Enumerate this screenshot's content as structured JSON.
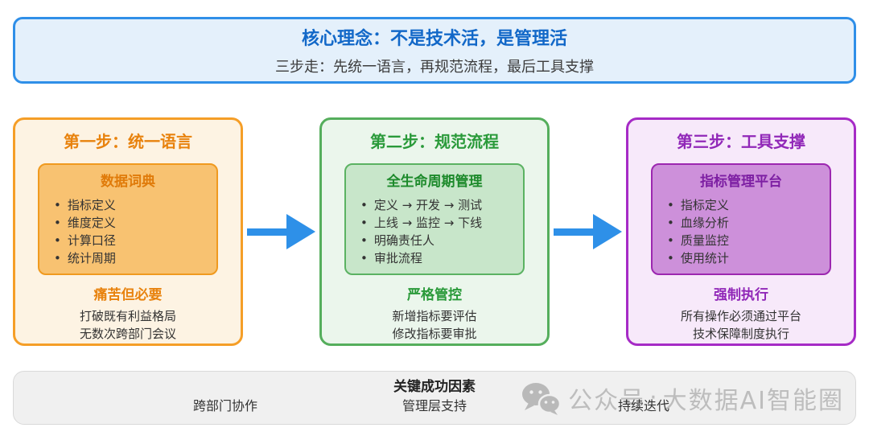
{
  "banner": {
    "title": "核心理念：不是技术活，是管理活",
    "subtitle": "三步走：先统一语言，再规范流程，最后工具支撑",
    "accent_color": "#1268C8",
    "border_color": "#2F8FE8",
    "bg_color": "#E4F0FB"
  },
  "arrow_color": "#2E90E8",
  "steps": [
    {
      "title": "第一步：统一语言",
      "inner_title": "数据词典",
      "bullets": [
        "指标定义",
        "维度定义",
        "计算口径",
        "统计周期"
      ],
      "footer_title": "痛苦但必要",
      "footer_lines": [
        "打破既有利益格局",
        "无数次跨部门会议"
      ],
      "colors": {
        "border": "#F59E27",
        "bg": "#FDF3E3",
        "accent": "#E8820D",
        "inner_bg": "#F8C271",
        "inner_border": "#F09A1F",
        "inner_accent": "#E07B0A"
      }
    },
    {
      "title": "第二步：规范流程",
      "inner_title": "全生命周期管理",
      "bullets": [
        "定义 → 开发 → 测试",
        "上线 → 监控 → 下线",
        "明确责任人",
        "审批流程"
      ],
      "footer_title": "严格管控",
      "footer_lines": [
        "新增指标要评估",
        "修改指标要审批"
      ],
      "colors": {
        "border": "#55AE5C",
        "bg": "#EBF6EC",
        "accent": "#2A9A3A",
        "inner_bg": "#C8E6CA",
        "inner_border": "#5BB262",
        "inner_accent": "#1D8A2B"
      }
    },
    {
      "title": "第三步：工具支撑",
      "inner_title": "指标管理平台",
      "bullets": [
        "指标定义",
        "血缘分析",
        "质量监控",
        "使用统计"
      ],
      "footer_title": "强制执行",
      "footer_lines": [
        "所有操作必须通过平台",
        "技术保障制度执行"
      ],
      "colors": {
        "border": "#A62BC6",
        "bg": "#F7E9FA",
        "accent": "#9128B8",
        "inner_bg": "#CD90DA",
        "inner_border": "#9C27B0",
        "inner_accent": "#7D1FA3"
      }
    }
  ],
  "success_bar": {
    "heading": "关键成功因素",
    "items": [
      "跨部门协作",
      "管理层支持",
      "持续迭代"
    ],
    "bg_color": "#F0F0F0",
    "border_color": "#D9D9D9"
  },
  "watermark": {
    "icon": "wechat-icon",
    "prefix": "公众号",
    "separator": "·",
    "name": "大数据AI智能圈",
    "color": "#BDBDBD"
  }
}
